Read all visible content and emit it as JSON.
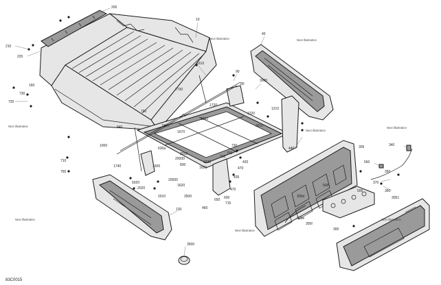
{
  "diagram_code": "83C0015",
  "callouts": {
    "c200": "200",
    "c210": "210",
    "c220": "220",
    "c10": "10",
    "c45": "45",
    "c1610": "1610",
    "c90": "90",
    "c80": "80",
    "c3005": "3005",
    "c1210": "1210",
    "c1220": "1220",
    "c7730": "7730",
    "c1720": "1720",
    "c700": "700",
    "c60": "60",
    "c1640": "1640",
    "c1670": "1670",
    "c1600": "1600",
    "c3010": "3010",
    "c440": "440",
    "c730": "730",
    "c750": "750",
    "c310": "310",
    "c840": "840",
    "c1000": "1000",
    "c720": "720",
    "c160": "160",
    "c710": "710",
    "c760": "760",
    "c1740": "1740",
    "c1605": "1605",
    "c5020": "5020",
    "c2020": "2020",
    "c630a": "630a",
    "c2010": "2010",
    "c20000": "20000",
    "c830": "830",
    "c1630": "1630",
    "c1620": "1620",
    "c420": "420",
    "c470": "470",
    "c435": "435",
    "c460": "460",
    "c650": "650",
    "c600": "600",
    "c715": "715",
    "c3500": "3500",
    "c305": "305",
    "c340": "340",
    "c560": "560",
    "c350": "350",
    "c370": "370",
    "c360": "360",
    "c300": "300",
    "c3051": "3051",
    "c305d": "305d",
    "c305e": "305e",
    "c305f": "305f",
    "c500": "500",
    "c130": "130",
    "c3500b": "3500"
  },
  "reference_tag": "Next Illustration"
}
